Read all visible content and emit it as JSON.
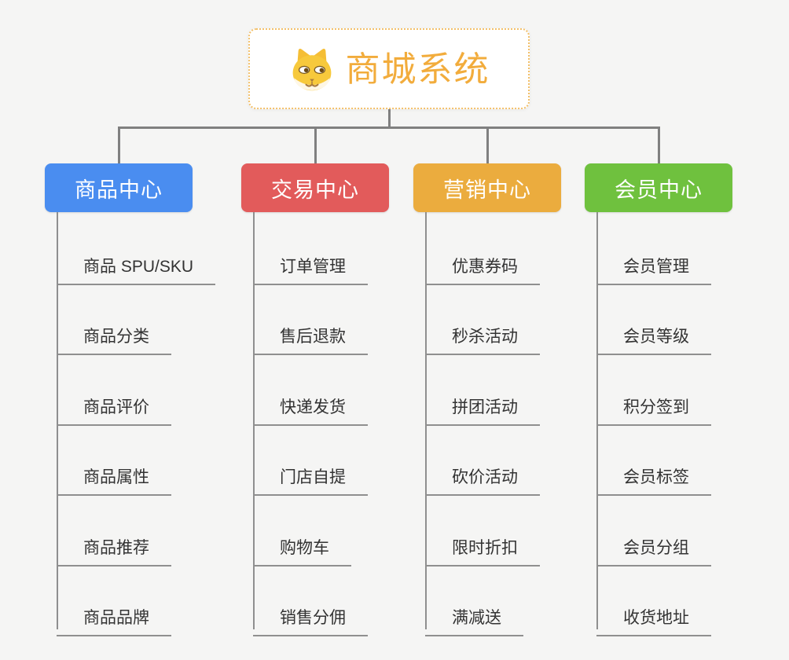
{
  "root": {
    "title": "商城系统",
    "icon": "dog-icon"
  },
  "branches": [
    {
      "label": "商品中心",
      "color": "#4A8DF0",
      "children": [
        "商品 SPU/SKU",
        "商品分类",
        "商品评价",
        "商品属性",
        "商品推荐",
        "商品品牌"
      ]
    },
    {
      "label": "交易中心",
      "color": "#E25B5B",
      "children": [
        "订单管理",
        "售后退款",
        "快递发货",
        "门店自提",
        "购物车",
        "销售分佣"
      ]
    },
    {
      "label": "营销中心",
      "color": "#EBAC3E",
      "children": [
        "优惠券码",
        "秒杀活动",
        "拼团活动",
        "砍价活动",
        "限时折扣",
        "满减送"
      ]
    },
    {
      "label": "会员中心",
      "color": "#6FC13E",
      "children": [
        "会员管理",
        "会员等级",
        "积分签到",
        "会员标签",
        "会员分组",
        "收货地址"
      ]
    }
  ],
  "colors": {
    "background": "#f5f5f4",
    "connector": "#808080",
    "spine": "#8f8f8f",
    "root_border": "#f3c06a",
    "root_title": "#F2AC3C",
    "leaf_text": "#333333"
  }
}
